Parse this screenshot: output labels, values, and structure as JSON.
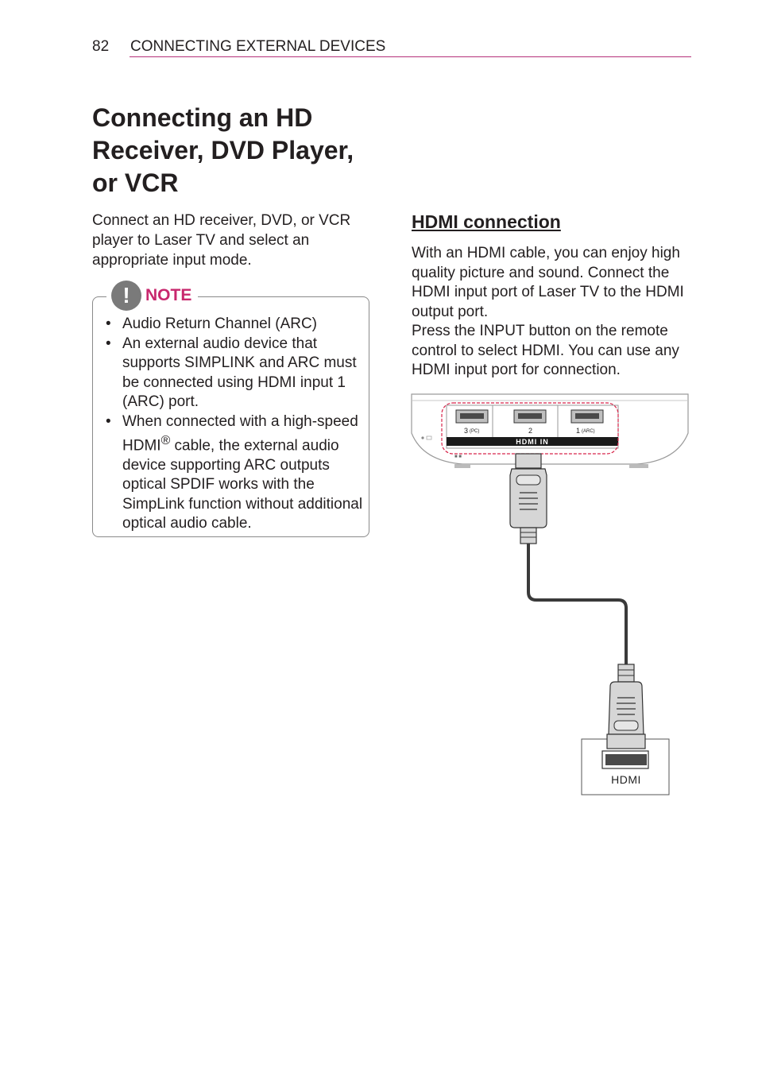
{
  "header": {
    "page_number": "82",
    "section": "CONNECTING EXTERNAL DEVICES"
  },
  "title_lines": [
    "Connecting an HD",
    "Receiver, DVD Player,",
    "or VCR"
  ],
  "intro": "Connect an HD receiver, DVD, or VCR player to Laser TV and select an appropriate input mode.",
  "note": {
    "icon": "!",
    "label": "NOTE",
    "items": [
      {
        "text": "Audio Return Channel (ARC)"
      },
      {
        "text": "An external audio device that supports SIMPLINK and ARC must be connected using HDMI input 1 (ARC) port."
      },
      {
        "text_before": "When connected with a high-speed HDMI",
        "superscript": "®",
        "text_after": " cable, the external audio device supporting ARC outputs optical SPDIF works with the SimpLink function without additional optical audio cable."
      }
    ]
  },
  "hdmi": {
    "heading": "HDMI connection",
    "paragraphs": [
      "With an HDMI cable, you can enjoy high quality picture and sound. Connect the HDMI input port of Laser TV to the HDMI output port.",
      "Press the INPUT button on the remote control to select HDMI. You can use any HDMI input port for connection."
    ]
  },
  "diagram": {
    "ports": [
      {
        "number": "3",
        "tag": "(PC)"
      },
      {
        "number": "2",
        "tag": ""
      },
      {
        "number": "1",
        "tag": "(ARC)"
      }
    ],
    "port_bar_label": "HDMI IN",
    "device_label": "HDMI",
    "highlight_color": "#d8244a"
  }
}
